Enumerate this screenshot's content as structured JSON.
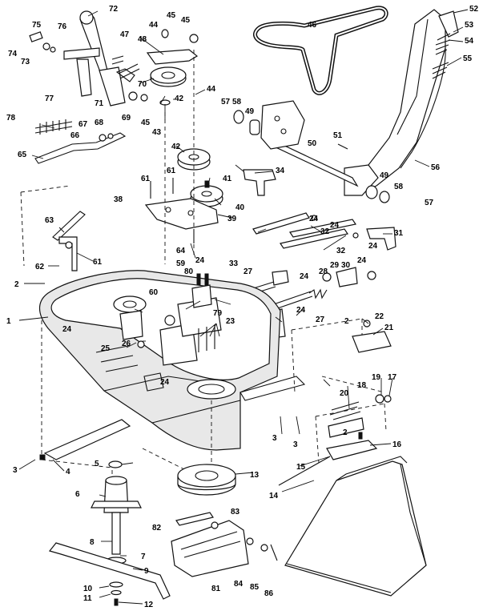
{
  "diagram": {
    "labels": [
      {
        "id": "l1",
        "text": "1"
      },
      {
        "id": "l2a",
        "text": "2"
      },
      {
        "id": "l2b",
        "text": "2"
      },
      {
        "id": "l2c",
        "text": "2"
      },
      {
        "id": "l3a",
        "text": "3"
      },
      {
        "id": "l3b",
        "text": "3"
      },
      {
        "id": "l3c",
        "text": "3"
      },
      {
        "id": "l4",
        "text": "4"
      },
      {
        "id": "l5",
        "text": "5"
      },
      {
        "id": "l6",
        "text": "6"
      },
      {
        "id": "l7",
        "text": "7"
      },
      {
        "id": "l8",
        "text": "8"
      },
      {
        "id": "l9",
        "text": "9"
      },
      {
        "id": "l10",
        "text": "10"
      },
      {
        "id": "l11",
        "text": "11"
      },
      {
        "id": "l12",
        "text": "12"
      },
      {
        "id": "l13",
        "text": "13"
      },
      {
        "id": "l14",
        "text": "14"
      },
      {
        "id": "l15",
        "text": "15"
      },
      {
        "id": "l16",
        "text": "16"
      },
      {
        "id": "l17",
        "text": "17"
      },
      {
        "id": "l18",
        "text": "18"
      },
      {
        "id": "l19",
        "text": "19"
      },
      {
        "id": "l20",
        "text": "20"
      },
      {
        "id": "l21",
        "text": "21"
      },
      {
        "id": "l22",
        "text": "22"
      },
      {
        "id": "l23",
        "text": "23"
      },
      {
        "id": "l24a",
        "text": "24"
      },
      {
        "id": "l24b",
        "text": "24"
      },
      {
        "id": "l24c",
        "text": "24"
      },
      {
        "id": "l24d",
        "text": "24"
      },
      {
        "id": "l24e",
        "text": "24"
      },
      {
        "id": "l24f",
        "text": "24"
      },
      {
        "id": "l24g",
        "text": "24"
      },
      {
        "id": "l24h",
        "text": "24"
      },
      {
        "id": "l24i",
        "text": "24"
      },
      {
        "id": "l25",
        "text": "25"
      },
      {
        "id": "l26",
        "text": "26"
      },
      {
        "id": "l27a",
        "text": "27"
      },
      {
        "id": "l27b",
        "text": "27"
      },
      {
        "id": "l28",
        "text": "28"
      },
      {
        "id": "l29",
        "text": "29"
      },
      {
        "id": "l30",
        "text": "30"
      },
      {
        "id": "l31",
        "text": "31"
      },
      {
        "id": "l32a",
        "text": "32"
      },
      {
        "id": "l32b",
        "text": "32"
      },
      {
        "id": "l33",
        "text": "33"
      },
      {
        "id": "l34",
        "text": "34"
      },
      {
        "id": "l38",
        "text": "38"
      },
      {
        "id": "l39",
        "text": "39"
      },
      {
        "id": "l40",
        "text": "40"
      },
      {
        "id": "l41",
        "text": "41"
      },
      {
        "id": "l42a",
        "text": "42"
      },
      {
        "id": "l42b",
        "text": "42"
      },
      {
        "id": "l43",
        "text": "43"
      },
      {
        "id": "l44a",
        "text": "44"
      },
      {
        "id": "l44b",
        "text": "44"
      },
      {
        "id": "l45a",
        "text": "45"
      },
      {
        "id": "l45b",
        "text": "45"
      },
      {
        "id": "l45c",
        "text": "45"
      },
      {
        "id": "l46",
        "text": "46"
      },
      {
        "id": "l47",
        "text": "47"
      },
      {
        "id": "l48",
        "text": "48"
      },
      {
        "id": "l49a",
        "text": "49"
      },
      {
        "id": "l49b",
        "text": "49"
      },
      {
        "id": "l50",
        "text": "50"
      },
      {
        "id": "l51",
        "text": "51"
      },
      {
        "id": "l52",
        "text": "52"
      },
      {
        "id": "l53",
        "text": "53"
      },
      {
        "id": "l54",
        "text": "54"
      },
      {
        "id": "l55",
        "text": "55"
      },
      {
        "id": "l56",
        "text": "56"
      },
      {
        "id": "l57a",
        "text": "57"
      },
      {
        "id": "l57b",
        "text": "57"
      },
      {
        "id": "l58a",
        "text": "58"
      },
      {
        "id": "l58b",
        "text": "58"
      },
      {
        "id": "l59",
        "text": "59"
      },
      {
        "id": "l60",
        "text": "60"
      },
      {
        "id": "l61a",
        "text": "61"
      },
      {
        "id": "l61b",
        "text": "61"
      },
      {
        "id": "l61c",
        "text": "61"
      },
      {
        "id": "l62",
        "text": "62"
      },
      {
        "id": "l63",
        "text": "63"
      },
      {
        "id": "l64",
        "text": "64"
      },
      {
        "id": "l65",
        "text": "65"
      },
      {
        "id": "l66",
        "text": "66"
      },
      {
        "id": "l67",
        "text": "67"
      },
      {
        "id": "l68",
        "text": "68"
      },
      {
        "id": "l69",
        "text": "69"
      },
      {
        "id": "l70",
        "text": "70"
      },
      {
        "id": "l71",
        "text": "71"
      },
      {
        "id": "l72",
        "text": "72"
      },
      {
        "id": "l73",
        "text": "73"
      },
      {
        "id": "l74",
        "text": "74"
      },
      {
        "id": "l75",
        "text": "75"
      },
      {
        "id": "l76",
        "text": "76"
      },
      {
        "id": "l77",
        "text": "77"
      },
      {
        "id": "l78",
        "text": "78"
      },
      {
        "id": "l79",
        "text": "79"
      },
      {
        "id": "l80",
        "text": "80"
      },
      {
        "id": "l81",
        "text": "81"
      },
      {
        "id": "l82",
        "text": "82"
      },
      {
        "id": "l83",
        "text": "83"
      },
      {
        "id": "l84",
        "text": "84"
      },
      {
        "id": "l85",
        "text": "85"
      },
      {
        "id": "l86",
        "text": "86"
      }
    ]
  }
}
